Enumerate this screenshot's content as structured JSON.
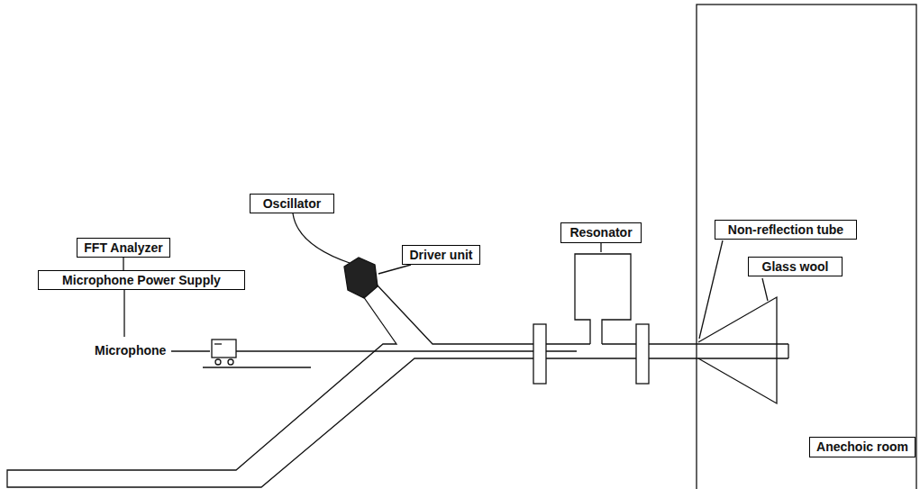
{
  "diagram": {
    "nodes": [
      {
        "text": [
          "FFT Analyzer"
        ]
      },
      {
        "text": [
          "Microphone Power Supply"
        ]
      },
      {
        "text": [
          "Oscillator"
        ]
      },
      {
        "text": [
          "Driver unit"
        ]
      },
      {
        "text": [
          "Resonator"
        ]
      },
      {
        "text": [
          "Non-reflection tube"
        ]
      },
      {
        "text": [
          "Glass wool"
        ]
      },
      {
        "text": [
          "Anechoic room"
        ]
      }
    ],
    "edges": [
      {
        "from": 0,
        "to": 1,
        "arrow": "none"
      }
    ],
    "labels": [
      "Microphone"
    ]
  }
}
